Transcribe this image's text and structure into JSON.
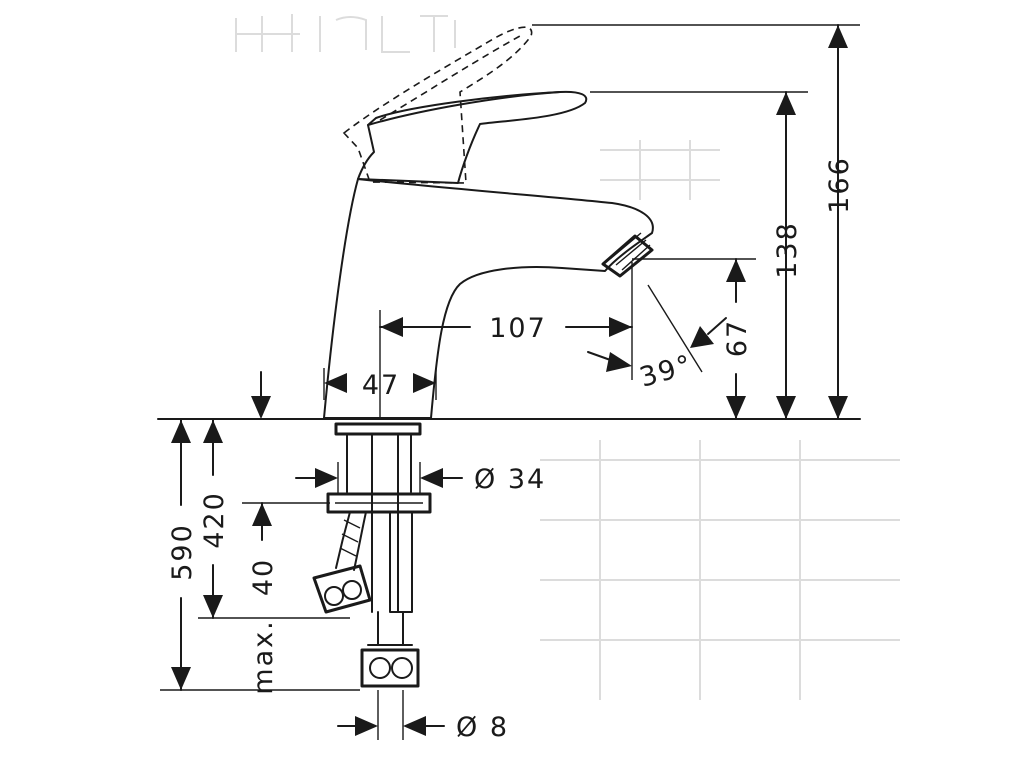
{
  "dimensions": {
    "total_height": "166",
    "lever_height": "138",
    "spout_height": "67",
    "reach": "107",
    "body_width": "47",
    "spout_angle": "39°",
    "shank_diameter": "Ø 34",
    "hose_diameter": "Ø 8",
    "hose_length": "590",
    "shank_length": "420",
    "max_thickness": "40",
    "max_label": "max."
  },
  "colors": {
    "line": "#1a1a1a",
    "background": "#ffffff"
  }
}
